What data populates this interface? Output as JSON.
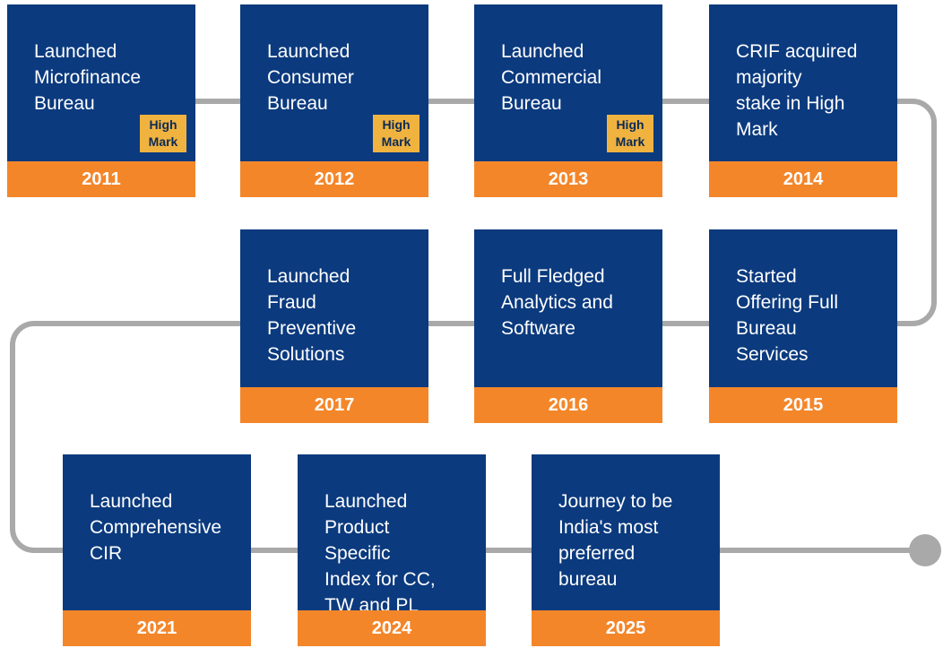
{
  "milestones": [
    {
      "year": "2011",
      "text": "Launched\nMicrofinance\nBureau",
      "badge": "High\nMark"
    },
    {
      "year": "2012",
      "text": "Launched\nConsumer\nBureau",
      "badge": "High\nMark"
    },
    {
      "year": "2013",
      "text": "Launched\nCommercial\nBureau",
      "badge": "High\nMark"
    },
    {
      "year": "2014",
      "text": "CRIF acquired\nmajority\nstake in High\nMark"
    },
    {
      "year": "2017",
      "text": "Launched\nFraud\nPreventive\nSolutions"
    },
    {
      "year": "2016",
      "text": "Full Fledged\nAnalytics and\nSoftware"
    },
    {
      "year": "2015",
      "text": "Started\nOffering Full\nBureau\nServices"
    },
    {
      "year": "2021",
      "text": "Launched\nComprehensive\nCIR"
    },
    {
      "year": "2024",
      "text": "Launched\nProduct\nSpecific\nIndex for CC,\nTW and PL"
    },
    {
      "year": "2025",
      "text": "Journey to be\nIndia's most\npreferred\nbureau"
    }
  ],
  "colors": {
    "card": "#0b3a7e",
    "year_bar": "#f4862a",
    "badge": "#f0b340",
    "connector": "#a9a9a9"
  }
}
